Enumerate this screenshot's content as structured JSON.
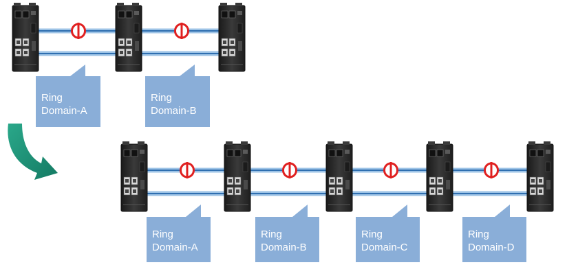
{
  "diagrams": [
    {
      "switch_count": 3,
      "domains": [
        {
          "line1": "Ring",
          "line2": "Domain-A"
        },
        {
          "line1": "Ring",
          "line2": "Domain-B"
        }
      ]
    },
    {
      "switch_count": 5,
      "domains": [
        {
          "line1": "Ring",
          "line2": "Domain-A"
        },
        {
          "line1": "Ring",
          "line2": "Domain-B"
        },
        {
          "line1": "Ring",
          "line2": "Domain-C"
        },
        {
          "line1": "Ring",
          "line2": "Domain-D"
        }
      ]
    }
  ],
  "colors": {
    "callout": "#8aaed8",
    "link_outer": "#9dc3e6",
    "link_inner": "#2f6fb0",
    "blocked_marker": "#e02020",
    "arrow": "#1f9a7e",
    "switch_body": "#2b2b2b"
  },
  "icons": {
    "switch": "industrial-ethernet-switch-icon",
    "blocked": "blocked-port-icon",
    "transition": "curved-arrow-icon"
  }
}
